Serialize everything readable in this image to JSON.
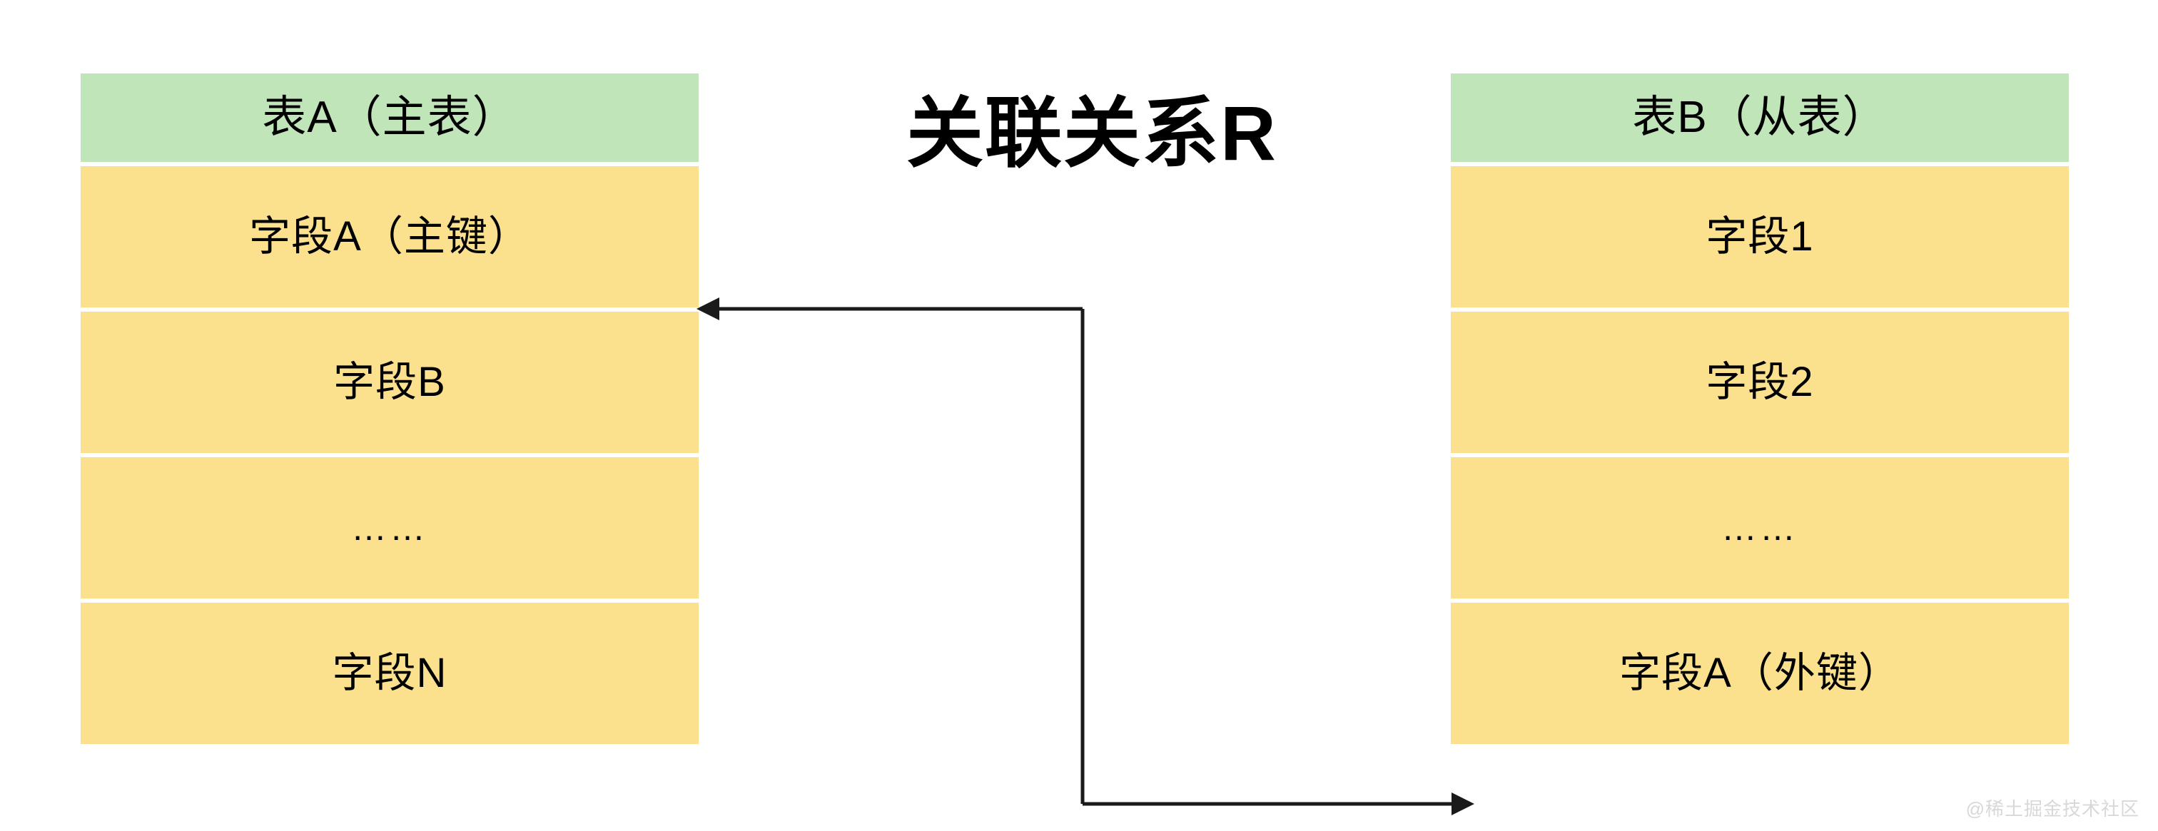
{
  "diagram": {
    "title": "关联关系R",
    "watermark": "@稀土掘金技术社区",
    "colors": {
      "header_green": "#c0e5b9",
      "row_yellow": "#fbe08d",
      "line": "#1a1a1a",
      "background": "#ffffff",
      "watermark": "#d8d8d8"
    }
  },
  "table_a": {
    "header": "表A（主表）",
    "rows": [
      {
        "label": "字段A（主键）"
      },
      {
        "label": "字段B"
      },
      {
        "label": "……"
      },
      {
        "label": "字段N"
      }
    ]
  },
  "table_b": {
    "header": "表B（从表）",
    "rows": [
      {
        "label": "字段1"
      },
      {
        "label": "字段2"
      },
      {
        "label": "……"
      },
      {
        "label": "字段A（外键）"
      }
    ]
  },
  "connector": {
    "from": "字段A（外键）",
    "to": "字段A（主键）",
    "label": "关联关系R",
    "arrow_start": "arrow-left",
    "arrow_end": "arrow-right"
  }
}
